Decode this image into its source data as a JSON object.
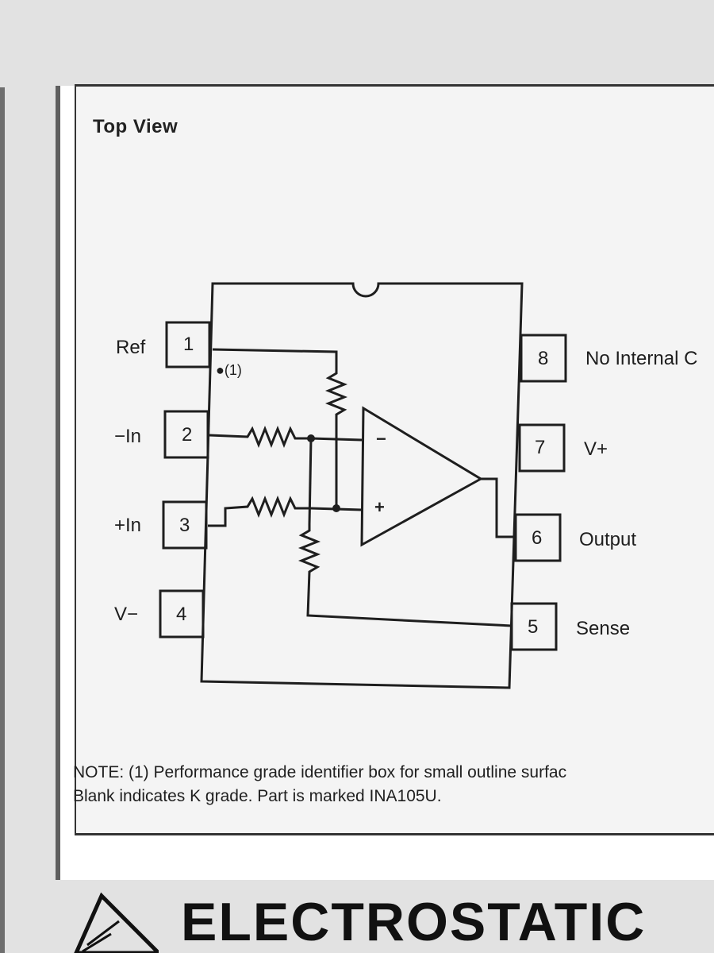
{
  "header": {
    "title": "Top View"
  },
  "pins": {
    "p1": {
      "number": "1",
      "label": "Ref"
    },
    "p2": {
      "number": "2",
      "label": "−In"
    },
    "p3": {
      "number": "3",
      "label": "+In"
    },
    "p4": {
      "number": "4",
      "label": "V−"
    },
    "p5": {
      "number": "5",
      "label": "Sense"
    },
    "p6": {
      "number": "6",
      "label": "Output"
    },
    "p7": {
      "number": "7",
      "label": "V+"
    },
    "p8": {
      "number": "8",
      "label": "No Internal C"
    }
  },
  "chip": {
    "marker": "●(1)",
    "opamp_minus": "−",
    "opamp_plus": "+"
  },
  "note": {
    "line1": "NOTE: (1) Performance grade identifier box for small outline surfac",
    "line2": "Blank indicates K grade. Part is marked INA105U."
  },
  "footer": {
    "title": "ELECTROSTATIC",
    "icon": "esd-warning-icon"
  },
  "colors": {
    "ink": "#1e1e1e",
    "paper": "#f4f4f4"
  }
}
